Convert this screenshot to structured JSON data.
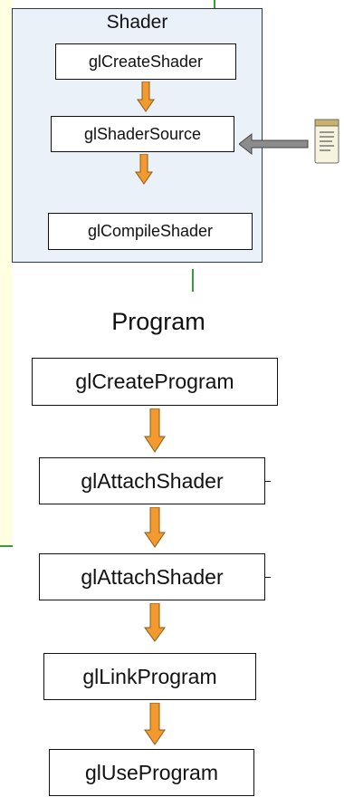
{
  "shader": {
    "title": "Shader",
    "steps": [
      "glCreateShader",
      "glShaderSource",
      "glCompileShader"
    ]
  },
  "program": {
    "title": "Program",
    "steps": [
      "glCreateProgram",
      "glAttachShader",
      "glAttachShader",
      "glLinkProgram",
      "glUseProgram"
    ]
  },
  "icons": {
    "source_document": "notepad-document-icon",
    "flow_arrow": "orange-down-arrow",
    "input_arrow": "gray-left-arrow"
  },
  "colors": {
    "panel_background": "#eaf1f9",
    "flow_arrow": "#f29a2e",
    "input_arrow": "#8c8c8c",
    "left_background": "#ffffe2",
    "connector_line": "#3a9a3a"
  }
}
